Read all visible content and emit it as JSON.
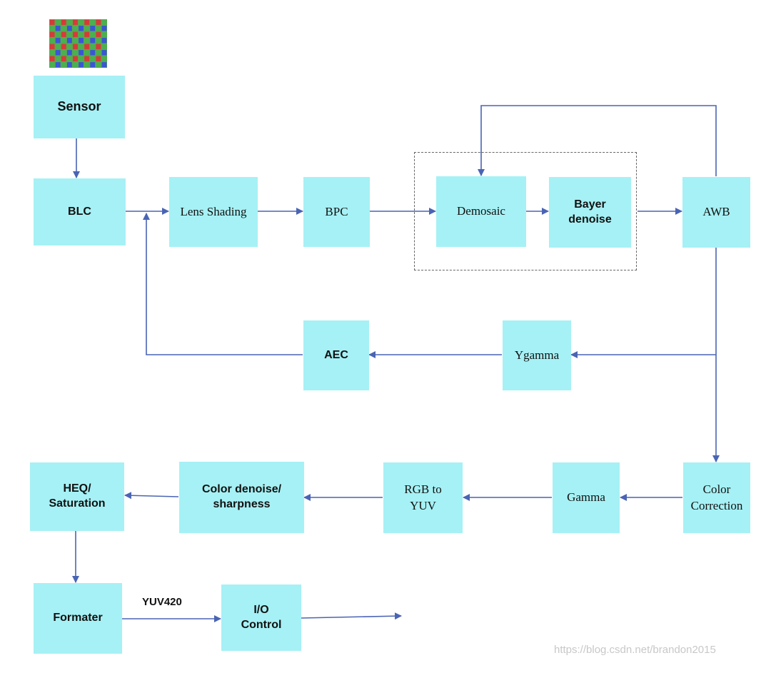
{
  "nodes": {
    "sensor": "Sensor",
    "blc": "BLC",
    "lens_shading": "Lens Shading",
    "bpc": "BPC",
    "demosaic": "Demosaic",
    "bayer_denoise": "Bayer\ndenoise",
    "awb": "AWB",
    "aec": "AEC",
    "ygamma": "Ygamma",
    "heq_saturation": "HEQ/\nSaturation",
    "color_denoise_sharpness": "Color denoise/\nsharpness",
    "rgb_to_yuv": "RGB to\nYUV",
    "gamma": "Gamma",
    "color_correction": "Color\nCorrection",
    "formater": "Formater",
    "io_control": "I/O\nControl"
  },
  "edge_labels": {
    "yuv420": "YUV420"
  },
  "watermark": "https://blog.csdn.net/brandon2015",
  "colors": {
    "box_fill": "#a6f1f5",
    "arrow": "#4a64b4",
    "feedback_line": "#7b8fcf"
  }
}
